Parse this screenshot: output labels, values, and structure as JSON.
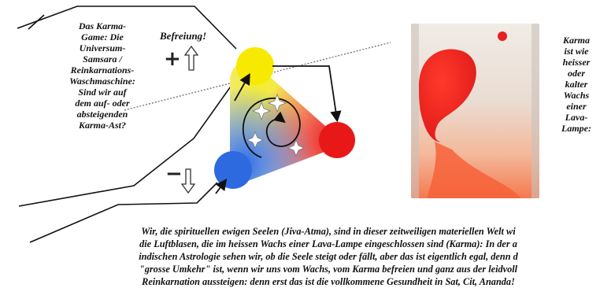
{
  "left_text": {
    "lines": [
      "Das Karma-",
      "Game: Die",
      "Universum-",
      "Samsara /",
      "Reinkarnations-",
      "Waschmaschine:",
      "Sind wir auf",
      "dem auf- oder",
      "absteigenden",
      "Karma-Ast?"
    ]
  },
  "diagram": {
    "title": "Befreiung!",
    "plus_sign": "+",
    "minus_sign": "−",
    "colors": {
      "top_circle": "#f7ea00",
      "right_circle": "#e81818",
      "bottom_circle": "#2d6ae0",
      "arrow": "#111111"
    }
  },
  "right_text": {
    "lines": [
      "Karma",
      "ist wie",
      "heisser",
      "oder",
      "kalter",
      "Wachs",
      "einer",
      "Lava-",
      "Lampe:"
    ]
  },
  "bottom_text": {
    "lines": [
      "Wir, die spirituellen ewigen Seelen  (Jiva-Atma), sind in dieser zeitweiligen materiellen Welt wi",
      "die Luftblasen, die im heissen Wachs einer Lava-Lampe eingeschlossen sind (Karma): In der a",
      "indischen Astrologie sehen wir, ob die Seele steigt oder fällt, aber das ist eigentlich egal, denn d",
      "\"grosse Umkehr\" ist, wenn wir uns vom Wachs, vom Karma befreien und ganz aus der leidvoll",
      "Reinkarnation aussteigen: denn erst das ist die vollkommene Gesundheit in Sat, Cit, Ananda!"
    ]
  }
}
